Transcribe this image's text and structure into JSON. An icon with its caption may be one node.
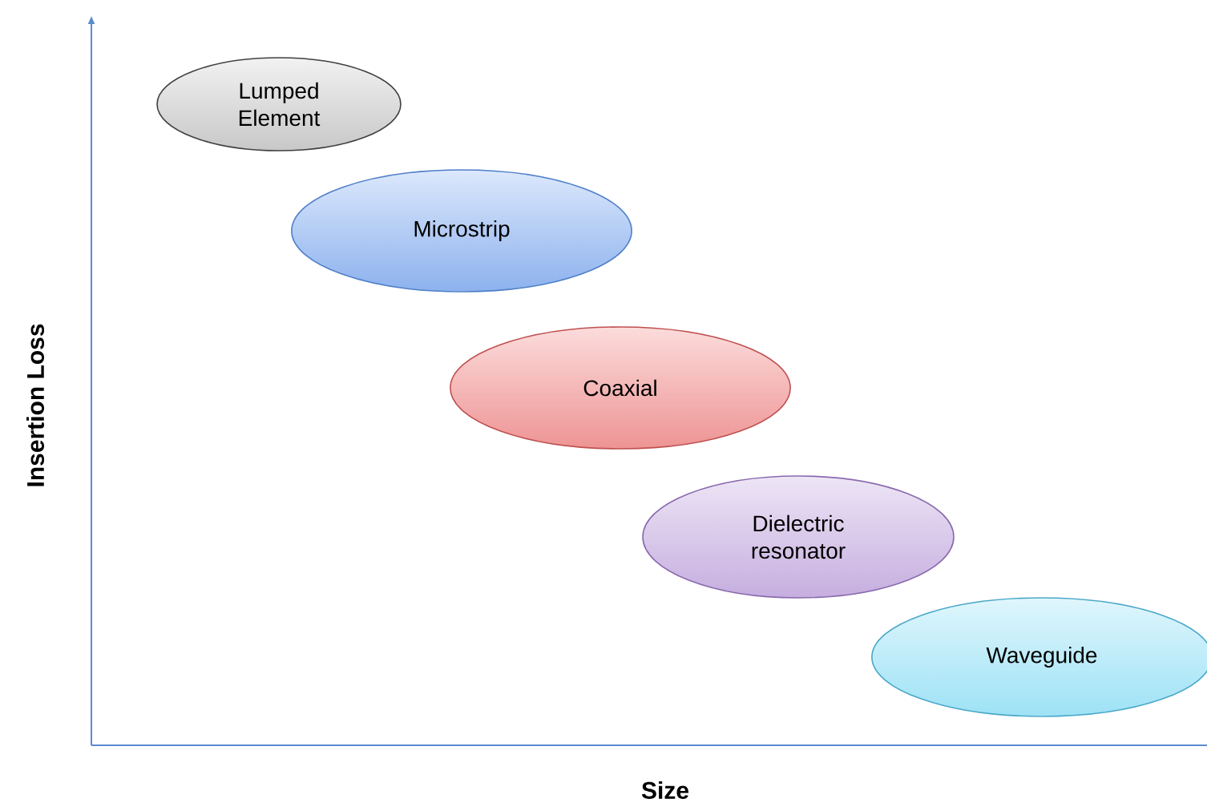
{
  "diagram": {
    "nodes": [
      {
        "text": [
          "Lumped Element"
        ]
      },
      {
        "text": [
          "Microstrip"
        ]
      },
      {
        "text": [
          "Coaxial"
        ]
      },
      {
        "text": [
          "Dielectric resonator"
        ]
      },
      {
        "text": [
          "Waveguide"
        ]
      }
    ],
    "labels": [
      "Insertion Loss",
      "Size"
    ]
  }
}
